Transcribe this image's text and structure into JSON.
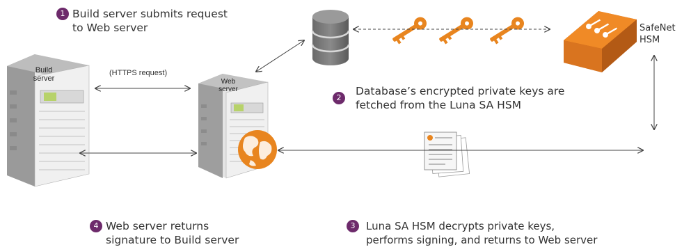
{
  "steps": [
    {
      "num": "1",
      "text_line1": "Build server submits request",
      "text_line2": "to Web server"
    },
    {
      "num": "2",
      "text_line1": "Database’s  encrypted private keys are",
      "text_line2": "fetched from the Luna SA HSM"
    },
    {
      "num": "3",
      "text_line1": "Luna SA HSM decrypts private keys,",
      "text_line2": "performs signing, and returns to Web server"
    },
    {
      "num": "4",
      "text_line1": "Web server returns",
      "text_line2": "signature to Build server"
    }
  ],
  "labels": {
    "build_server_line1": "Build",
    "build_server_line2": "server",
    "web_server_line1": "Web",
    "web_server_line2": "server",
    "https_request": "(HTTPS request)",
    "hsm_line1": "SafeNet",
    "hsm_line2": "HSM"
  },
  "colors": {
    "badge": "#6d2a6b",
    "key": "#e8851f",
    "hsm": "#e8851f",
    "server": "#c8c8c8",
    "database": "#5a5a5a",
    "arrow": "#444444"
  },
  "icons": [
    "build-server-icon",
    "web-server-icon",
    "globe-icon",
    "database-icon",
    "key-icon",
    "hsm-appliance-icon",
    "documents-icon"
  ]
}
